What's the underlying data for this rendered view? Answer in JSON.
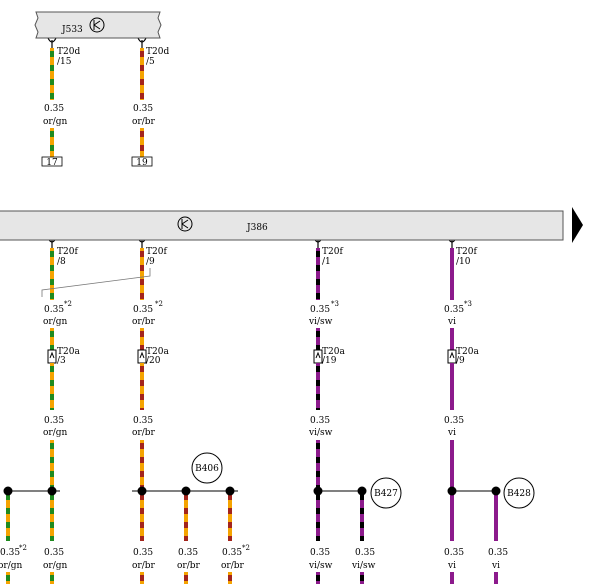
{
  "colors": {
    "or": "#f5a300",
    "gn": "#1f8a1f",
    "br": "#a3241c",
    "vi": "#8c1a8c",
    "sw": "#000000",
    "control_unit_fill": "#e6e6e6",
    "splice_dot": "#000000"
  },
  "control_units": {
    "j533": {
      "name": "J533",
      "icon": "transistor-symbol-icon"
    },
    "j386": {
      "name": "J386",
      "icon": "transistor-symbol-icon",
      "arrow": "arrow-right-icon"
    }
  },
  "j533_pins": [
    {
      "connector": "T20d",
      "pin": "/15",
      "size": "0.35",
      "color_code": "or/gn",
      "stripes": [
        "or",
        "gn"
      ],
      "terminal": "17"
    },
    {
      "connector": "T20d",
      "pin": "/5",
      "size": "0.35",
      "color_code": "or/br",
      "stripes": [
        "or",
        "br"
      ],
      "terminal": "19"
    }
  ],
  "j386_pins": [
    {
      "connector": "T20f",
      "pin": "/8",
      "size": "0.35",
      "note": "*2",
      "color_code": "or/gn",
      "stripes": [
        "or",
        "gn"
      ]
    },
    {
      "connector": "T20f",
      "pin": "/9",
      "size": "0.35",
      "note": "*2",
      "color_code": "or/br",
      "stripes": [
        "or",
        "br"
      ]
    },
    {
      "connector": "T20f",
      "pin": "/1",
      "size": "0.35",
      "note": "*3",
      "color_code": "vi/sw",
      "stripes": [
        "vi",
        "sw"
      ]
    },
    {
      "connector": "T20f",
      "pin": "/10",
      "size": "0.35",
      "note": "*3",
      "color_code": "vi",
      "stripes": [
        "vi"
      ]
    }
  ],
  "connectors_t20a": [
    {
      "connector": "T20a",
      "pin": "/3",
      "size": "0.35",
      "color_code": "or/gn"
    },
    {
      "connector": "T20a",
      "pin": "/20",
      "size": "0.35",
      "color_code": "or/br"
    },
    {
      "connector": "T20a",
      "pin": "/19",
      "size": "0.35",
      "color_code": "vi/sw"
    },
    {
      "connector": "T20a",
      "pin": "/9",
      "size": "0.35",
      "color_code": "vi"
    }
  ],
  "splices": [
    {
      "name": ""
    },
    {
      "name": "B406"
    },
    {
      "name": "B427"
    },
    {
      "name": "B428"
    }
  ],
  "bottom_wires": [
    {
      "size": "0.35",
      "note": "*2",
      "color_code": "or/gn",
      "stripes": [
        "or",
        "gn"
      ]
    },
    {
      "size": "0.35",
      "note": "",
      "color_code": "or/gn",
      "stripes": [
        "or",
        "gn"
      ]
    },
    {
      "size": "0.35",
      "note": "",
      "color_code": "or/br",
      "stripes": [
        "or",
        "br"
      ]
    },
    {
      "size": "0.35",
      "note": "",
      "color_code": "or/br",
      "stripes": [
        "or",
        "br"
      ]
    },
    {
      "size": "0.35",
      "note": "*2",
      "color_code": "or/br",
      "stripes": [
        "or",
        "br"
      ]
    },
    {
      "size": "0.35",
      "note": "",
      "color_code": "vi/sw",
      "stripes": [
        "vi",
        "sw"
      ]
    },
    {
      "size": "0.35",
      "note": "",
      "color_code": "vi/sw",
      "stripes": [
        "vi",
        "sw"
      ]
    },
    {
      "size": "0.35",
      "note": "",
      "color_code": "vi",
      "stripes": [
        "vi"
      ]
    },
    {
      "size": "0.35",
      "note": "",
      "color_code": "vi",
      "stripes": [
        "vi"
      ]
    }
  ]
}
